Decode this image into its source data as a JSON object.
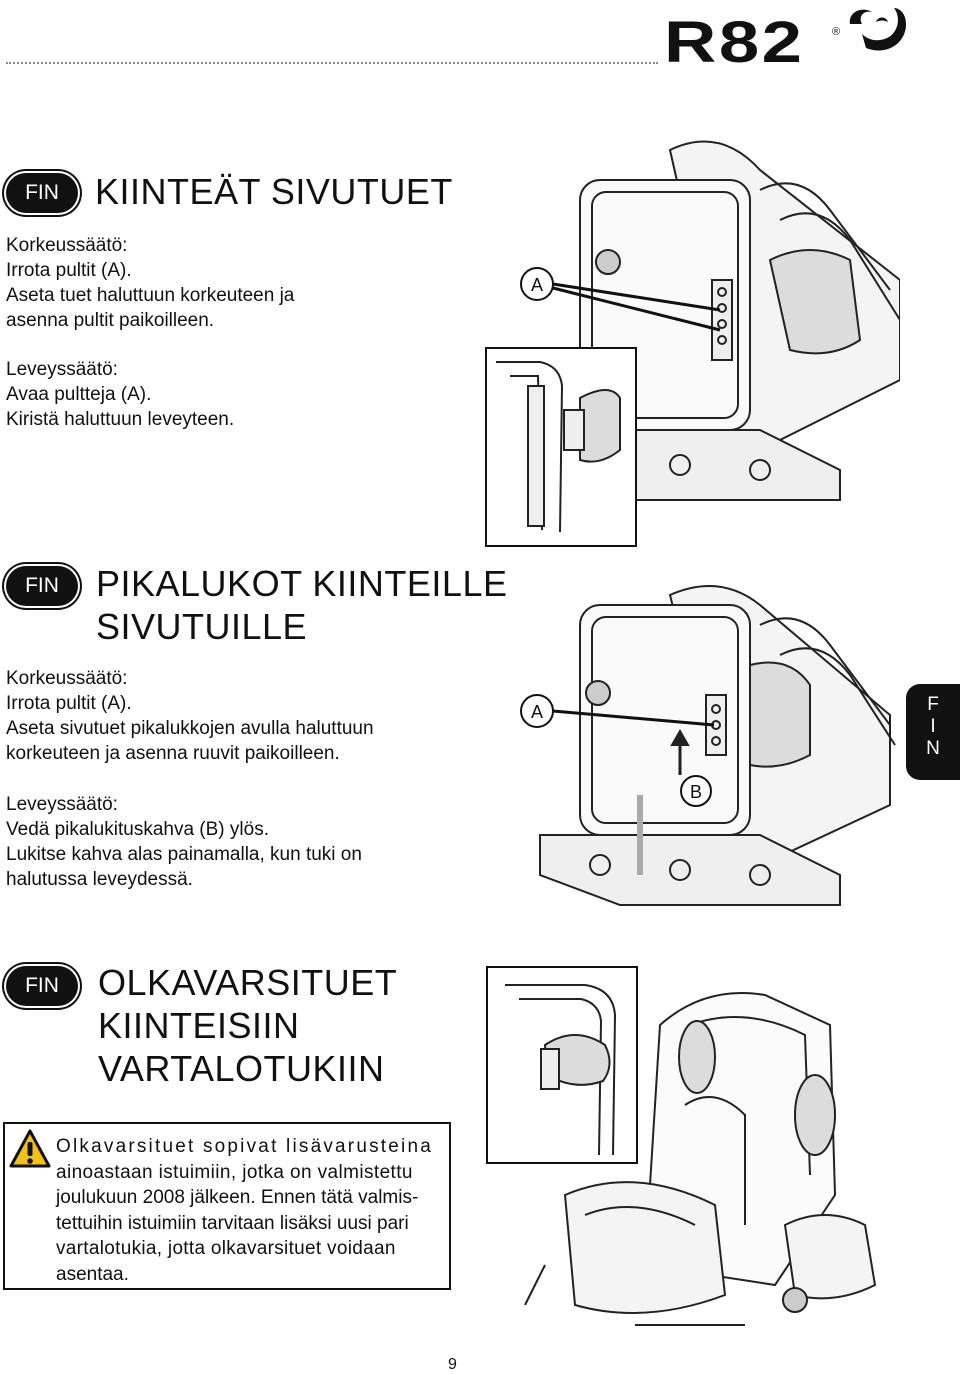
{
  "header": {
    "logo_text": "R82",
    "registered_mark": "®"
  },
  "sections": [
    {
      "badge": "FIN",
      "title_lines": [
        "KIINTEÄT SIVUTUET"
      ],
      "paragraphs": [
        [
          "Korkeussäätö:",
          "Irrota pultit (A).",
          "Aseta tuet haluttuun korkeuteen ja",
          "asenna pultit paikoilleen."
        ],
        [
          "Leveyssäätö:",
          "Avaa pultteja (A).",
          "Kiristä haluttuun leveyteen."
        ]
      ],
      "callouts": [
        "A"
      ]
    },
    {
      "badge": "FIN",
      "title_lines": [
        "PIKALUKOT KIINTEILLE",
        "SIVUTUILLE"
      ],
      "paragraphs": [
        [
          "Korkeussäätö:",
          "Irrota pultit (A).",
          "Aseta sivutuet pikalukkojen avulla haluttuun",
          "korkeuteen ja asenna ruuvit paikoilleen."
        ],
        [
          "Leveyssäätö:",
          "Vedä pikalukituskahva (B) ylös.",
          "Lukitse kahva alas painamalla, kun tuki on",
          "halutussa leveydessä."
        ]
      ],
      "callouts": [
        "A",
        "B"
      ]
    },
    {
      "badge": "FIN",
      "title_lines": [
        "OLKAVARSITUET",
        "KIINTEISIIN",
        "VARTALOTUKIIN"
      ],
      "warning_lines": [
        "Olkavarsituet sopivat lisävarusteina",
        "ainoastaan istuimiin, jotka on valmistettu",
        "joulukuun 2008 jälkeen. Ennen tätä valmis-",
        "tettuihin istuimiin tarvitaan lisäksi uusi pari",
        "vartalotukia, jotta olkavarsituet voidaan",
        "asentaa."
      ]
    }
  ],
  "side_tab": {
    "letters": [
      "F",
      "I",
      "N"
    ]
  },
  "page_number": "9",
  "icons": [
    "r82-logo-swirl-icon",
    "warning-triangle-icon"
  ]
}
